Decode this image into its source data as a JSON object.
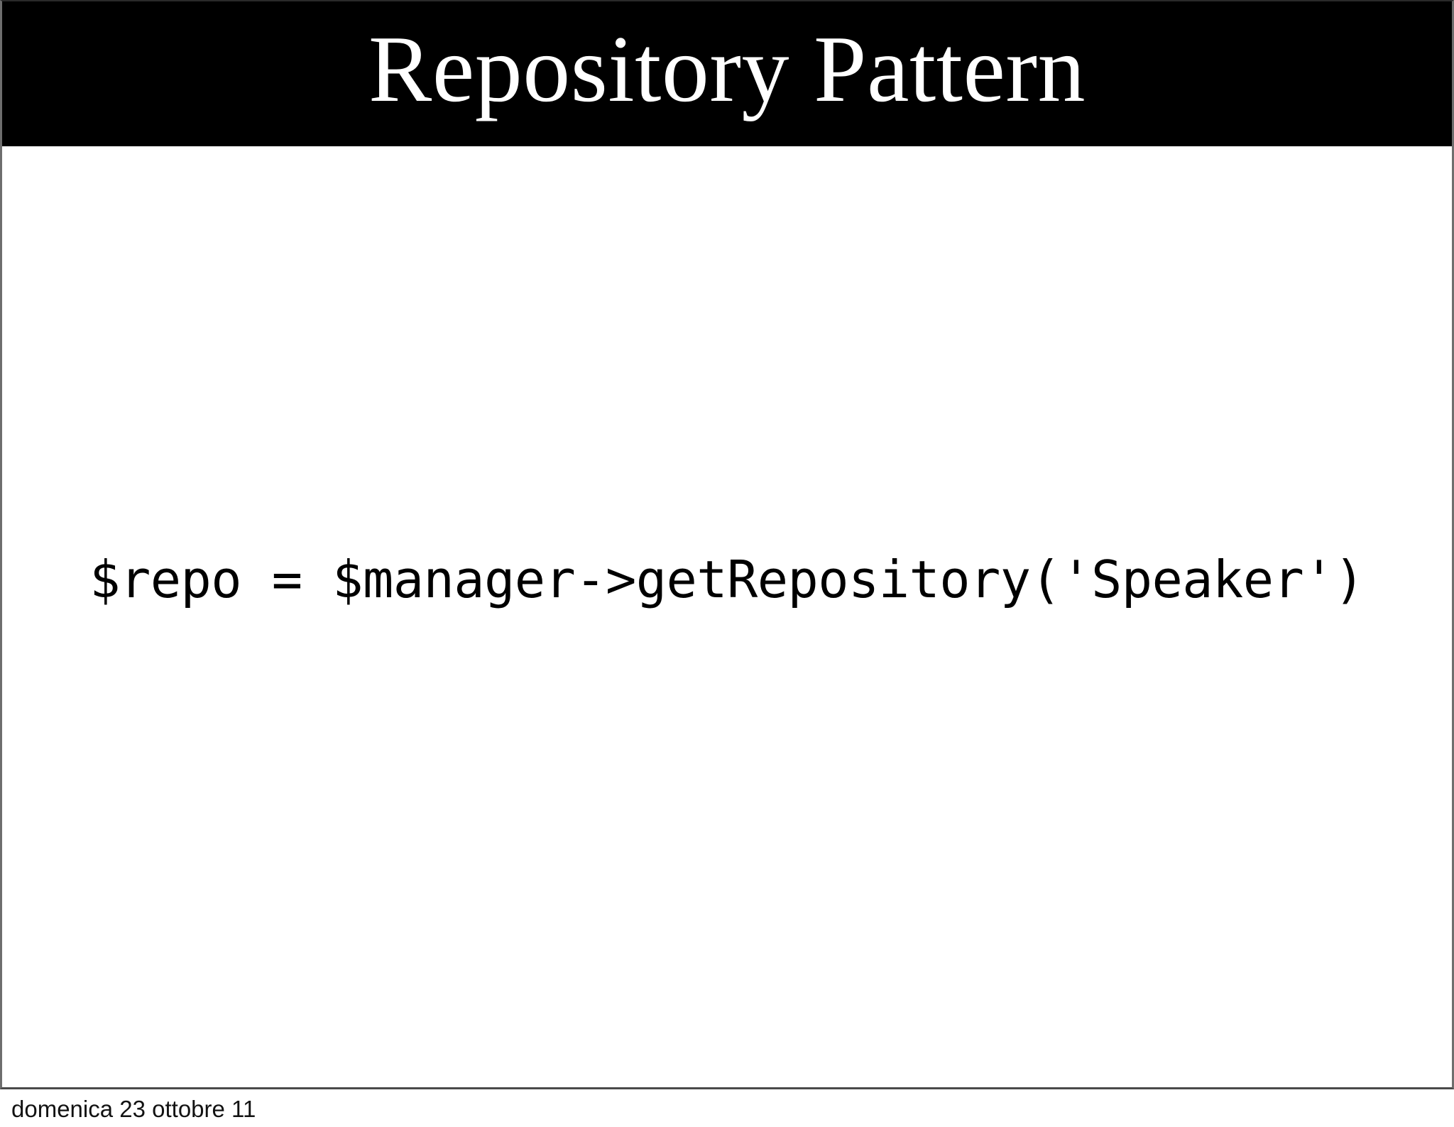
{
  "slide": {
    "title": "Repository Pattern",
    "title_banner_color": "#000000",
    "title_text_color": "#ffffff",
    "background_color": "#ffffff",
    "border_color": "#6e6e6e",
    "body": {
      "code_line": "$repo = $manager->getRepository('Speaker')",
      "code_text_color": "#000000"
    }
  },
  "footer": {
    "date_text": "domenica 23 ottobre 11",
    "text_color": "#121212"
  }
}
